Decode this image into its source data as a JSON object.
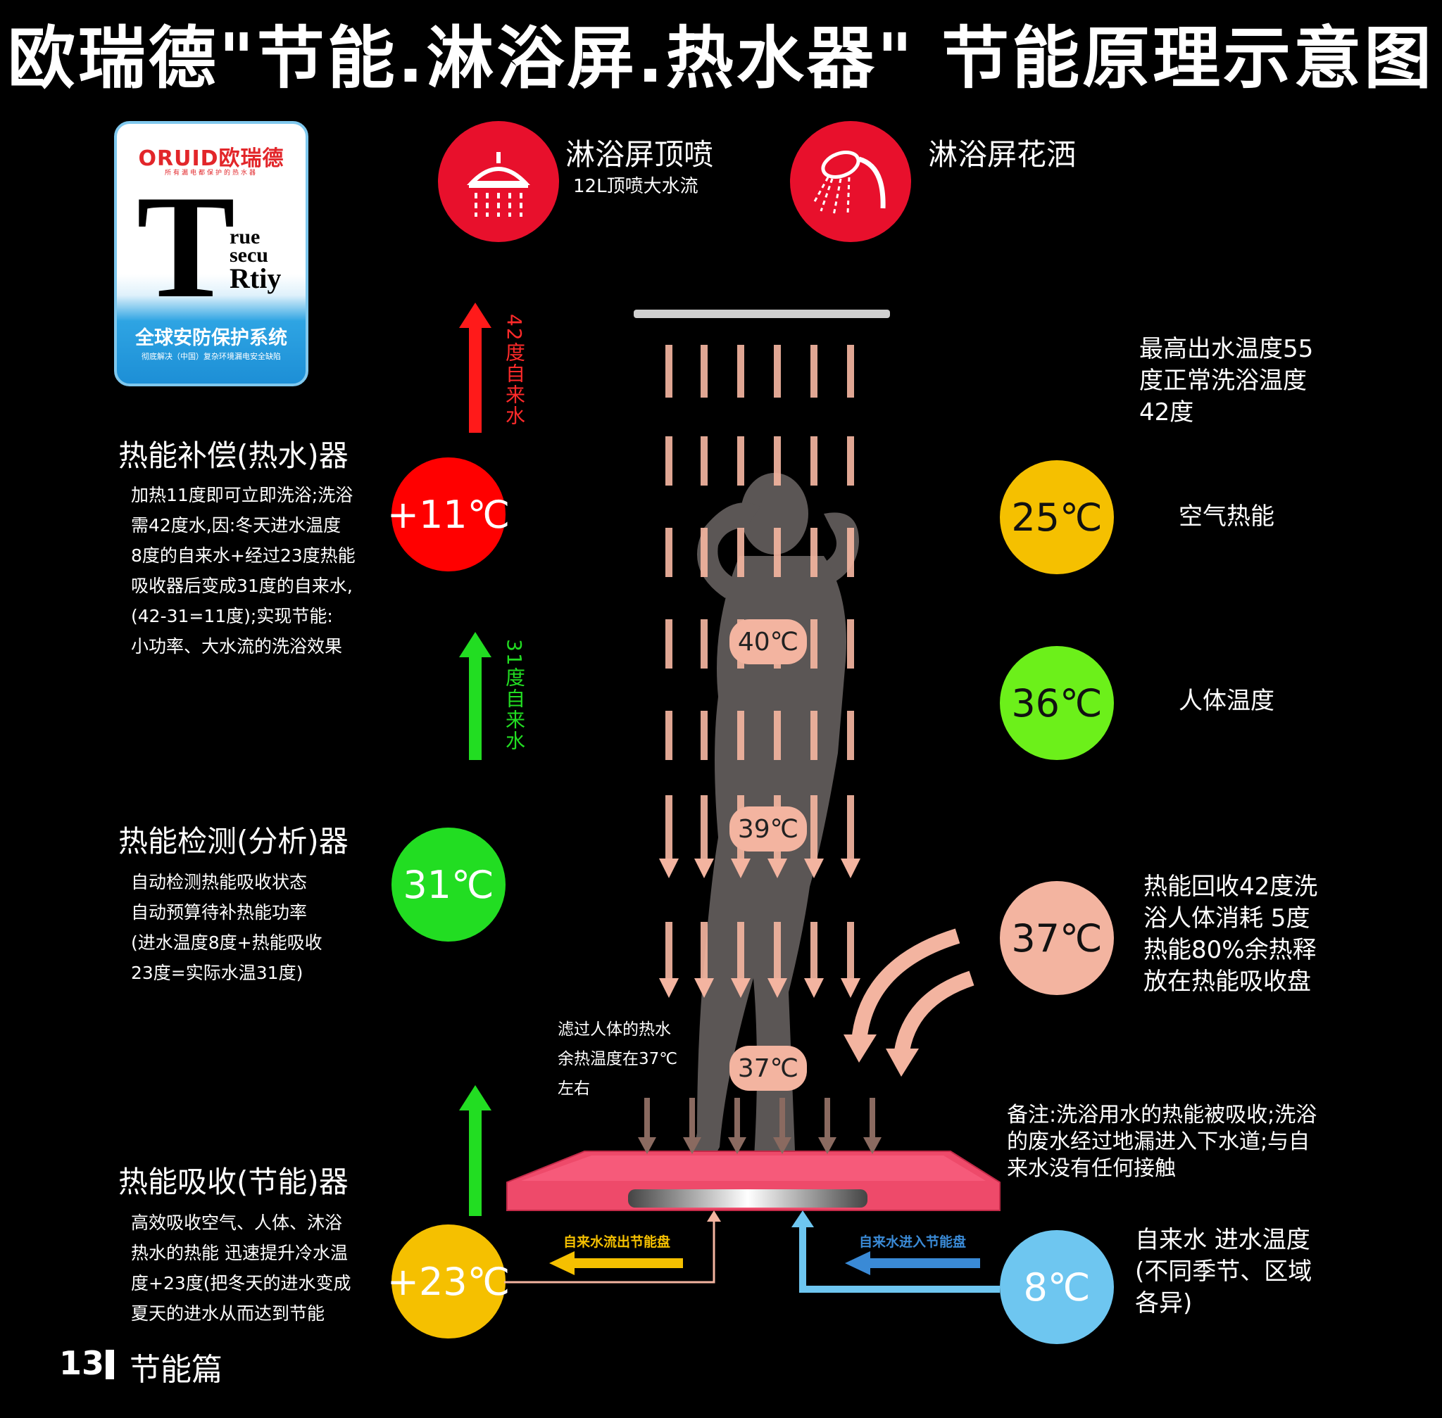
{
  "title": "欧瑞德\"节能.淋浴屏.热水器\" 节能原理示意图",
  "logo": {
    "brand": "ORUID欧瑞德",
    "slogan": "所有漏电都保护的热水器",
    "big_letter": "T",
    "words": [
      "rue",
      "secu",
      "Rtiy"
    ],
    "system": "全球安防保护系统",
    "sub": "彻底解决（中国）复杂环境漏电安全缺陷"
  },
  "shower_types": [
    {
      "title": "淋浴屏顶喷",
      "subtitle": "12L顶喷大水流",
      "icon": "rain-shower-icon"
    },
    {
      "title": "淋浴屏花洒",
      "subtitle": "",
      "icon": "hand-shower-icon"
    }
  ],
  "left_sections": [
    {
      "heading": "热能补偿(热水)器",
      "lines": [
        "加热11度即可立即洗浴;洗浴",
        "需42度水,因:冬天进水温度",
        "8度的自来水+经过23度热能",
        "吸收器后变成31度的自来水,",
        "(42-31=11度);实现节能:",
        "小功率、大水流的洗浴效果"
      ],
      "badge": "+11℃",
      "badge_color": "#ff0000"
    },
    {
      "heading": "热能检测(分析)器",
      "lines": [
        "自动检测热能吸收状态",
        "自动预算待补热能功率",
        "(进水温度8度+热能吸收",
        "23度=实际水温31度)"
      ],
      "badge": "31℃",
      "badge_color": "#22dd22"
    },
    {
      "heading": "热能吸收(节能)器",
      "lines": [
        "高效吸收空气、人体、沐浴",
        "热水的热能 迅速提升冷水温",
        "度+23度(把冬天的进水变成",
        "夏天的进水从而达到节能"
      ],
      "badge": "+23℃",
      "badge_color": "#f5c000"
    }
  ],
  "arrow_labels": {
    "hot": "42度自来水",
    "warm": "31度自来水"
  },
  "right_items": {
    "max_temp": [
      "最高出水温度55",
      "度正常洗浴温度",
      "42度"
    ],
    "air": {
      "badge": "25℃",
      "label": "空气热能",
      "color": "#f5c000"
    },
    "body": {
      "badge": "36℃",
      "label": "人体温度",
      "color": "#6cf01a"
    },
    "recovery": {
      "badge": "37℃",
      "lines": [
        "热能回收42度洗",
        "浴人体消耗  5度",
        "热能80%余热释",
        "放在热能吸收盘"
      ],
      "color": "#f3b4a0"
    },
    "note": [
      "备注:洗浴用水的热能被吸收;洗浴",
      "的废水经过地漏进入下水道;与自",
      "来水没有任何接触"
    ],
    "tap": {
      "badge": "8℃",
      "lines": [
        "自来水 进水温度",
        "(不同季节、区域",
        "各异)"
      ],
      "color": "#6ec6f0"
    }
  },
  "body_temps": [
    "40℃",
    "39℃",
    "37℃"
  ],
  "filter_note": [
    "滤过人体的热水",
    "余热温度在37℃",
    "左右"
  ],
  "pipe_labels": {
    "out": "自来水流出节能盘",
    "in": "自来水进入节能盘"
  },
  "footer": {
    "page": "13",
    "section": "节能篇"
  }
}
